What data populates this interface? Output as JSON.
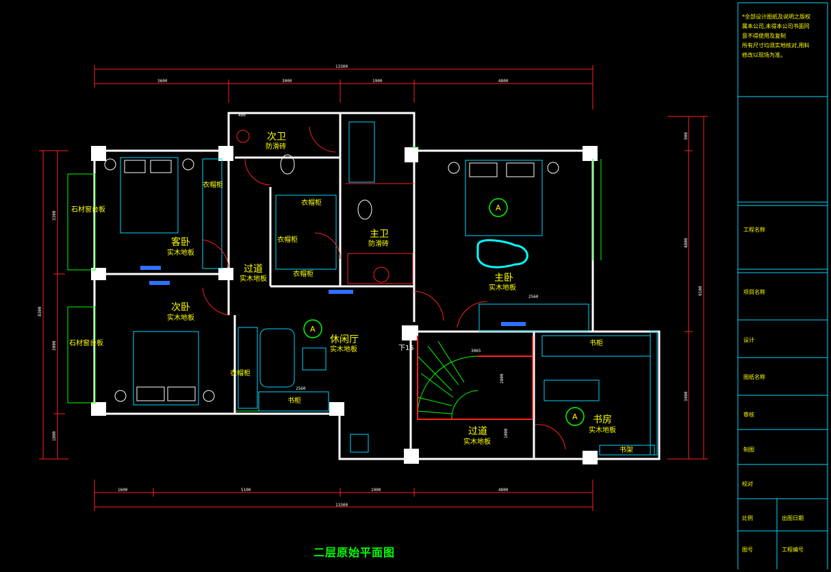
{
  "drawing": {
    "title": "二层原始平面图",
    "rooms": {
      "bath2_name": "次卫",
      "bath2_floor": "防滑砖",
      "master_bath_name": "主卫",
      "master_bath_floor": "防滑砖",
      "guest_name": "客卧",
      "guest_floor": "实木地板",
      "second_name": "次卧",
      "second_floor": "实木地板",
      "master_name": "主卧",
      "master_floor": "实木地板",
      "corridor1_name": "过道",
      "corridor1_floor": "实木地板",
      "lounge_name": "休闲厅",
      "lounge_floor": "实木地板",
      "corridor2_name": "过道",
      "corridor2_floor": "实木地板",
      "study_name": "书房",
      "study_floor": "实木地板"
    },
    "fixtures": {
      "wardrobe_a": "衣帽柜",
      "wardrobe_b": "衣帽柜",
      "wardrobe_c": "衣帽柜",
      "wardrobe_d": "衣帽柜",
      "wardrobe_e": "衣帽柜",
      "sill_a": "石材窗台板",
      "sill_b": "石材窗台板",
      "bookcase_a": "书柜",
      "bookcase_b": "书柜",
      "bookshelf": "书架",
      "stair_down": "下15",
      "view_mark": "A"
    },
    "dimensions": {
      "top_total": "13300",
      "top_1": "3600",
      "top_2": "3000",
      "top_3": "1900",
      "top_4": "4800",
      "bottom_total": "13300",
      "bottom_1": "1600",
      "bottom_2": "5100",
      "bottom_3": "1900",
      "bottom_4": "4800",
      "left_total": "8300",
      "left_1": "3300",
      "left_2": "3000",
      "left_3": "1800",
      "right_total": "9100",
      "right_1": "900",
      "right_2": "4800",
      "right_3": "3400",
      "small_400": "400",
      "stair_w": "3065",
      "stair_h": "2800",
      "corr_1000": "1000",
      "d2560a": "2560",
      "d2560b": "2560"
    },
    "notes": [
      "*全部设计图纸及说明之版权",
      "属本公司,未得本公司书面同",
      "意不得使用及复制",
      "所有尺寸均须实地核对,用料",
      "修改以现场为准。"
    ],
    "title_block": {
      "project_name": "工程名称",
      "item_name": "项目名称",
      "design": "设计",
      "drawing_name": "图纸名称",
      "review": "审核",
      "drafting": "制图",
      "check": "校对",
      "scale": "比例",
      "date": "出图日期",
      "sheet_no": "图号",
      "project_no": "工程编号"
    }
  }
}
